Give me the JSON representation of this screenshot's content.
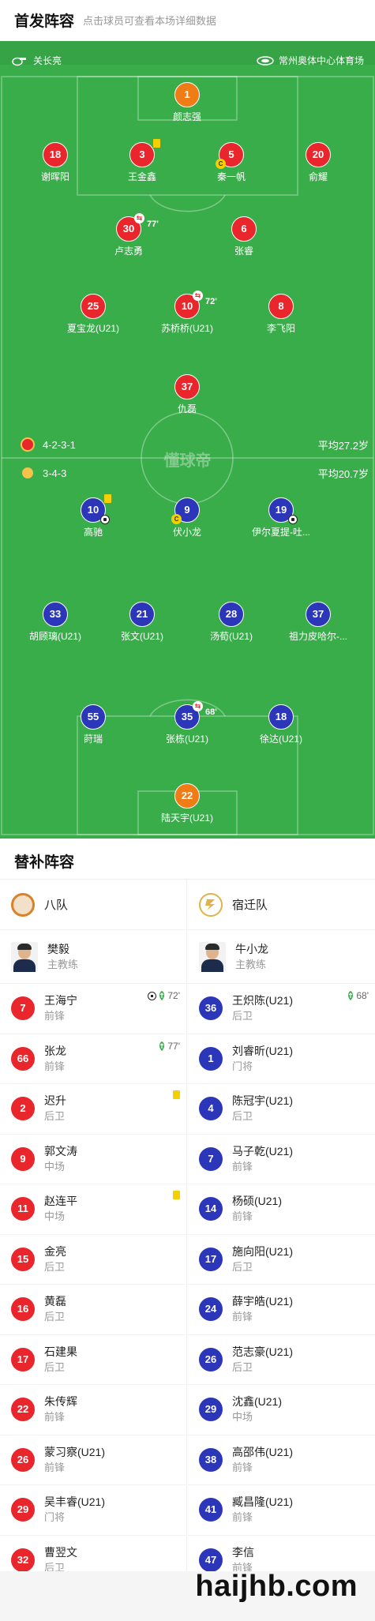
{
  "header": {
    "title": "首发阵容",
    "hint": "点击球员可查看本场详细数据"
  },
  "match": {
    "referee": "关长亮",
    "venue": "常州奥体中心体育场"
  },
  "pitch_logo_text": "懂球帝",
  "home": {
    "formation": "4-2-3-1",
    "avg_age": "平均27.2岁",
    "color": "#e8262c",
    "players": [
      {
        "num": "1",
        "name": "颜志强",
        "color": "orange"
      },
      {
        "num": "18",
        "name": "谢晖阳"
      },
      {
        "num": "3",
        "name": "王金鑫",
        "yellow": true
      },
      {
        "num": "5",
        "name": "秦一帆",
        "captain": true
      },
      {
        "num": "20",
        "name": "俞耀"
      },
      {
        "num": "30",
        "name": "卢志勇",
        "sub_out": "77'"
      },
      {
        "num": "6",
        "name": "张睿"
      },
      {
        "num": "25",
        "name": "夏宝龙(U21)"
      },
      {
        "num": "10",
        "name": "苏桥桥(U21)",
        "sub_out": "72'"
      },
      {
        "num": "8",
        "name": "李飞阳"
      },
      {
        "num": "37",
        "name": "仇磊"
      }
    ]
  },
  "away": {
    "formation": "3-4-3",
    "avg_age": "平均20.7岁",
    "color": "#2b36b8",
    "players": [
      {
        "num": "10",
        "name": "高驰",
        "yellow": true,
        "goal": true
      },
      {
        "num": "9",
        "name": "伏小龙",
        "captain": true
      },
      {
        "num": "19",
        "name": "伊尔夏提-吐...",
        "goal": true
      },
      {
        "num": "33",
        "name": "胡顾璃(U21)"
      },
      {
        "num": "21",
        "name": "张文(U21)"
      },
      {
        "num": "28",
        "name": "汤荀(U21)"
      },
      {
        "num": "37",
        "name": "祖力皮哈尔-..."
      },
      {
        "num": "55",
        "name": "莳瑞"
      },
      {
        "num": "35",
        "name": "张栋(U21)",
        "sub_out": "68'"
      },
      {
        "num": "18",
        "name": "徐达(U21)"
      },
      {
        "num": "22",
        "name": "陆天宇(U21)",
        "color": "orange"
      }
    ]
  },
  "substitutes": {
    "title": "替补阵容",
    "left": {
      "team": "八队",
      "coach": {
        "name": "樊毅",
        "role": "主教练"
      },
      "players": [
        {
          "num": "7",
          "name": "王海宁",
          "pos": "前锋",
          "goal": true,
          "sub_in": "72'"
        },
        {
          "num": "66",
          "name": "张龙",
          "pos": "前锋",
          "sub_in": "77'"
        },
        {
          "num": "2",
          "name": "迟升",
          "pos": "后卫",
          "yellow": true
        },
        {
          "num": "9",
          "name": "郭文涛",
          "pos": "中场"
        },
        {
          "num": "11",
          "name": "赵连平",
          "pos": "中场",
          "yellow": true
        },
        {
          "num": "15",
          "name": "金亮",
          "pos": "后卫"
        },
        {
          "num": "16",
          "name": "黄磊",
          "pos": "后卫"
        },
        {
          "num": "17",
          "name": "石建果",
          "pos": "后卫"
        },
        {
          "num": "22",
          "name": "朱传辉",
          "pos": "前锋"
        },
        {
          "num": "26",
          "name": "蒙习察(U21)",
          "pos": "前锋"
        },
        {
          "num": "29",
          "name": "吴丰睿(U21)",
          "pos": "门将"
        },
        {
          "num": "32",
          "name": "曹翌文",
          "pos": "后卫"
        }
      ]
    },
    "right": {
      "team": "宿迁队",
      "coach": {
        "name": "牛小龙",
        "role": "主教练"
      },
      "players": [
        {
          "num": "36",
          "name": "王炽陈(U21)",
          "pos": "后卫",
          "sub_in": "68'"
        },
        {
          "num": "1",
          "name": "刘睿昕(U21)",
          "pos": "门将"
        },
        {
          "num": "4",
          "name": "陈冠宇(U21)",
          "pos": "后卫"
        },
        {
          "num": "7",
          "name": "马子乾(U21)",
          "pos": "前锋"
        },
        {
          "num": "14",
          "name": "杨硕(U21)",
          "pos": "前锋"
        },
        {
          "num": "17",
          "name": "施向阳(U21)",
          "pos": "后卫"
        },
        {
          "num": "24",
          "name": "薛宇皓(U21)",
          "pos": "前锋"
        },
        {
          "num": "26",
          "name": "范志豪(U21)",
          "pos": "后卫"
        },
        {
          "num": "29",
          "name": "沈鑫(U21)",
          "pos": "中场"
        },
        {
          "num": "38",
          "name": "高邵伟(U21)",
          "pos": "前锋"
        },
        {
          "num": "41",
          "name": "臧昌隆(U21)",
          "pos": "前锋"
        },
        {
          "num": "47",
          "name": "李信",
          "pos": "前锋"
        }
      ]
    }
  },
  "watermark": "haijhb.com"
}
